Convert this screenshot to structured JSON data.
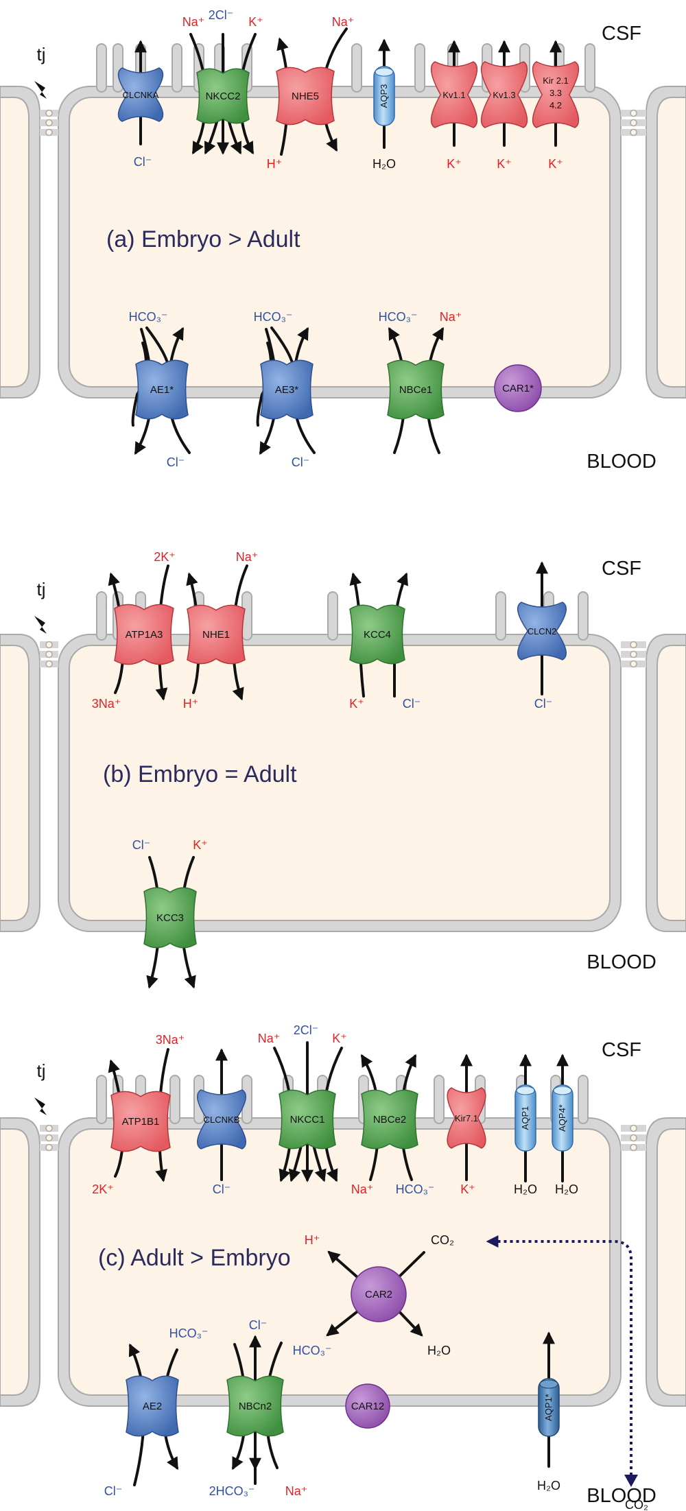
{
  "regions": {
    "csf": "CSF",
    "blood": "BLOOD",
    "tj": "tj"
  },
  "panels": [
    {
      "title": "(a)  Embryo > Adult",
      "apical": [
        {
          "name": "CLCNKA",
          "ions": [
            "Cl⁻"
          ]
        },
        {
          "name": "NKCC2",
          "ions": [
            "Na⁺",
            "2Cl⁻",
            "K⁺"
          ]
        },
        {
          "name": "NHE5",
          "ions": [
            "Na⁺",
            "H⁺"
          ]
        },
        {
          "name": "AQP3",
          "ions": [
            "H₂O"
          ]
        },
        {
          "name": "Kv1.1",
          "ions": [
            "K⁺"
          ]
        },
        {
          "name": "Kv1.3",
          "ions": [
            "K⁺"
          ]
        },
        {
          "name": "Kir 2.1 3.3 4.2",
          "lines": [
            "Kir 2.1",
            "3.3",
            "4.2"
          ],
          "ions": [
            "K⁺"
          ]
        }
      ],
      "basolateral": [
        {
          "name": "AE1*",
          "ions": [
            "HCO₃⁻",
            "Cl⁻"
          ]
        },
        {
          "name": "AE3*",
          "ions": [
            "HCO₃⁻",
            "Cl⁻"
          ]
        },
        {
          "name": "NBCe1",
          "ions": [
            "HCO₃⁻",
            "Na⁺"
          ]
        },
        {
          "name": "CAR1*",
          "ions": []
        }
      ]
    },
    {
      "title": "(b)  Embryo = Adult",
      "apical": [
        {
          "name": "ATP1A3",
          "ions": [
            "2K⁺",
            "3Na⁺"
          ]
        },
        {
          "name": "NHE1",
          "ions": [
            "Na⁺",
            "H⁺"
          ]
        },
        {
          "name": "KCC4",
          "ions": [
            "K⁺",
            "Cl⁻"
          ]
        },
        {
          "name": "CLCN2",
          "ions": [
            "Cl⁻"
          ]
        }
      ],
      "basolateral": [
        {
          "name": "KCC3",
          "ions": [
            "Cl⁻",
            "K⁺"
          ]
        }
      ]
    },
    {
      "title": "(c)  Adult > Embryo",
      "apical": [
        {
          "name": "ATP1B1",
          "ions": [
            "3Na⁺",
            "2K⁺"
          ]
        },
        {
          "name": "CLCNKB",
          "ions": [
            "Cl⁻"
          ]
        },
        {
          "name": "NKCC1",
          "ions": [
            "Na⁺",
            "2Cl⁻",
            "K⁺"
          ]
        },
        {
          "name": "NBCe2",
          "ions": [
            "Na⁺",
            "HCO₃⁻"
          ]
        },
        {
          "name": "Kir7.1",
          "ions": [
            "K⁺"
          ]
        },
        {
          "name": "AQP1",
          "ions": [
            "H₂O"
          ]
        },
        {
          "name": "AQP4*",
          "ions": [
            "H₂O"
          ]
        }
      ],
      "cytoplasm": [
        {
          "name": "CAR2",
          "ions": [
            "H⁺",
            "CO₂",
            "HCO₃⁻",
            "H₂O"
          ]
        }
      ],
      "basolateral": [
        {
          "name": "AE2",
          "ions": [
            "HCO₃⁻",
            "Cl⁻"
          ]
        },
        {
          "name": "NBCn2",
          "ions": [
            "Cl⁻",
            "2HCO₃⁻",
            "Na⁺"
          ]
        },
        {
          "name": "CAR12",
          "ions": []
        },
        {
          "name": "AQP1*",
          "ions": [
            "H₂O"
          ]
        }
      ],
      "co2_path": "CO₂"
    }
  ],
  "colors": {
    "membrane": "#d6d6d6",
    "membrane_edge": "#a9a9a9",
    "cytoplasm": "#fdf4e7",
    "red_transporter": "#e8676b",
    "blue_transporter": "#4f79bf",
    "green_transporter": "#4f9e4f",
    "aqp": "#7fb4e0",
    "car": "#9b59b6",
    "title_text": "#2b2a5e",
    "ion_red": "#e31e24",
    "ion_blue": "#2e4fa3",
    "dotted_arrow": "#1c1a5c"
  }
}
